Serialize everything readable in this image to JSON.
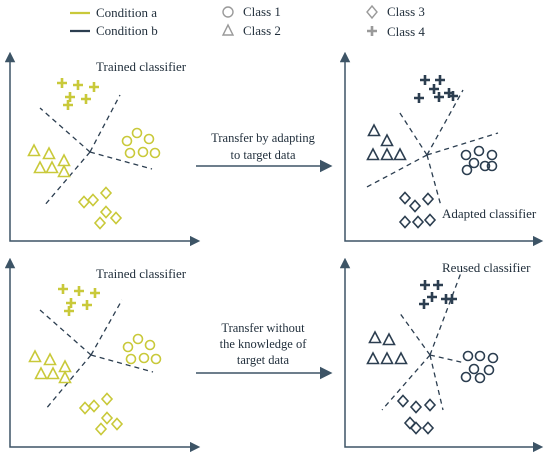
{
  "legend": {
    "condition_a": "Condition a",
    "condition_b": "Condition b",
    "class_1": "Class 1",
    "class_2": "Class 2",
    "class_3": "Class 3",
    "class_4": "Class 4"
  },
  "top_row": {
    "left_title": "Trained classifier",
    "transfer_line1": "Transfer by adapting",
    "transfer_line2": "to target data",
    "right_title": "Adapted classifier"
  },
  "bottom_row": {
    "left_title": "Trained classifier",
    "transfer_line1": "Transfer without",
    "transfer_line2": "the knowledge of",
    "transfer_line3": "target data",
    "right_title": "Reused classifier"
  },
  "colors": {
    "condition_a": "#c9c93a",
    "condition_b": "#2c3e50",
    "axis": "#3d5466",
    "legend_gray": "#9a9a9a"
  },
  "icons": {
    "class_1": "circle-icon",
    "class_2": "triangle-icon",
    "class_3": "diamond-icon",
    "class_4": "cross-icon"
  }
}
